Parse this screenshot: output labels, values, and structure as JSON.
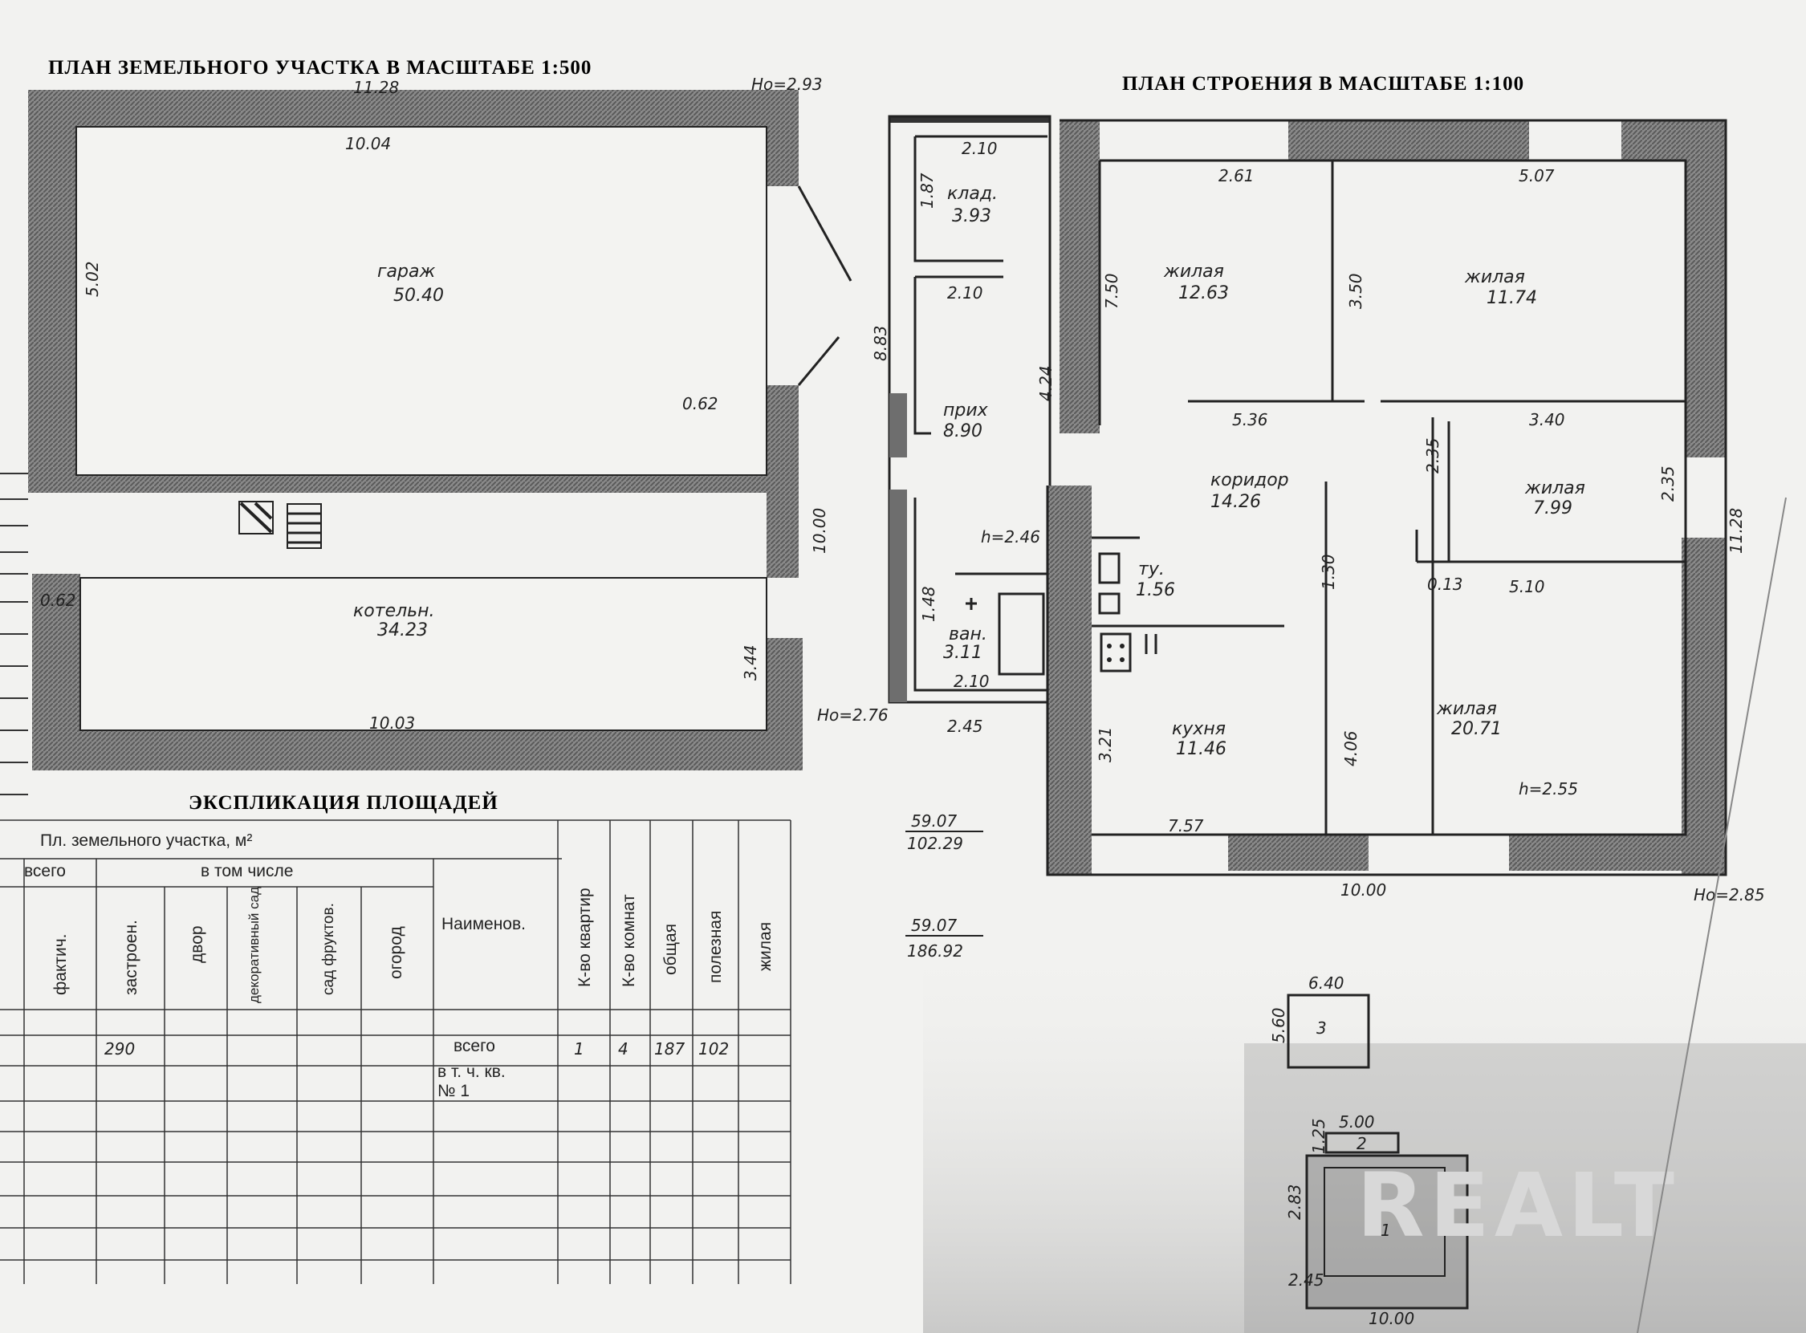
{
  "site_plan": {
    "title": "ПЛАН ЗЕМЕЛЬНОГО УЧАСТКА В МАСШТАБЕ 1:500",
    "dims": {
      "top_outer": "11.28",
      "top_inner": "10.04",
      "height_left": "5.02",
      "ho_top": "Но=2.93",
      "wall_062": "0.62",
      "right_total": "10.00",
      "wall_062b": "0.62",
      "right_344": "3.44",
      "bottom_inner": "10.03",
      "ho_bottom": "Но=2.76"
    },
    "rooms": {
      "garage_name": "гараж",
      "garage_area": "50.40",
      "boiler_name": "котельн.",
      "boiler_area": "34.23"
    }
  },
  "building_plan": {
    "title": "ПЛАН СТРОЕНИЯ В МАСШТАБЕ 1:100",
    "rooms": [
      {
        "name": "клад.",
        "area": "3.93"
      },
      {
        "name": "прих",
        "area": "8.90"
      },
      {
        "name": "ван.",
        "area": "3.11"
      },
      {
        "name": "жилая",
        "area": "12.63"
      },
      {
        "name": "жилая",
        "area": "11.74"
      },
      {
        "name": "коридор",
        "area": "14.26"
      },
      {
        "name": "жилая",
        "area": "7.99"
      },
      {
        "name": "ту.",
        "area": "1.56"
      },
      {
        "name": "кухня",
        "area": "11.46"
      },
      {
        "name": "жилая",
        "area": "20.71"
      }
    ],
    "dims": {
      "d210a": "2.10",
      "d187": "1.87",
      "d210b": "2.10",
      "d883": "8.83",
      "d424": "4.24",
      "h246": "h=2.46",
      "d148": "1.48",
      "d210c": "2.10",
      "d245": "2.45",
      "d261": "2.61",
      "d507": "5.07",
      "d750a": "7.50",
      "d350": "3.50",
      "d536": "5.36",
      "d235": "2.35",
      "d340": "3.40",
      "d235b": "2.35",
      "d1128": "11.28",
      "d130": "1.30",
      "d013": "0.13",
      "d510": "5.10",
      "d321": "3.21",
      "d406": "4.06",
      "h255": "h=2.55",
      "d757": "7.57",
      "d1000": "10.00",
      "ho285": "Но=2.85"
    }
  },
  "totals": {
    "a1": "59.07",
    "a2": "102.29",
    "b1": "59.07",
    "b2": "186.92"
  },
  "small_structs": {
    "s3_top": "6.40",
    "s3_side": "5.60",
    "s3_label": "3",
    "s2_top": "5.00",
    "s2_side": "1.25",
    "s2_label": "2",
    "s1_side": "2.83",
    "s1_bottom": "2.45",
    "s1_bottom2": "10.00",
    "s1_label": "1"
  },
  "explication": {
    "title": "ЭКСПЛИКАЦИЯ ПЛОЩАДЕЙ",
    "group_header": "Пл. земельного участка, м²",
    "col_total": "всего",
    "col_incl": "в том числе",
    "cols": [
      "фактич.",
      "застроен.",
      "двор",
      "декоративный сад",
      "сад фруктов.",
      "огород"
    ],
    "col_name": "Наименов.",
    "col_flats": "К-во квартир",
    "col_rooms": "К-во комнат",
    "col_total_area": "общая",
    "col_useful": "полезная",
    "col_living": "жилая",
    "row_total_label": "всего",
    "row_incl_label": "в т. ч. кв.",
    "row_flat_no": "№ 1",
    "built": "290",
    "flats": "1",
    "rooms": "4",
    "total_area": "187",
    "useful": "102"
  },
  "watermark": "REALT"
}
